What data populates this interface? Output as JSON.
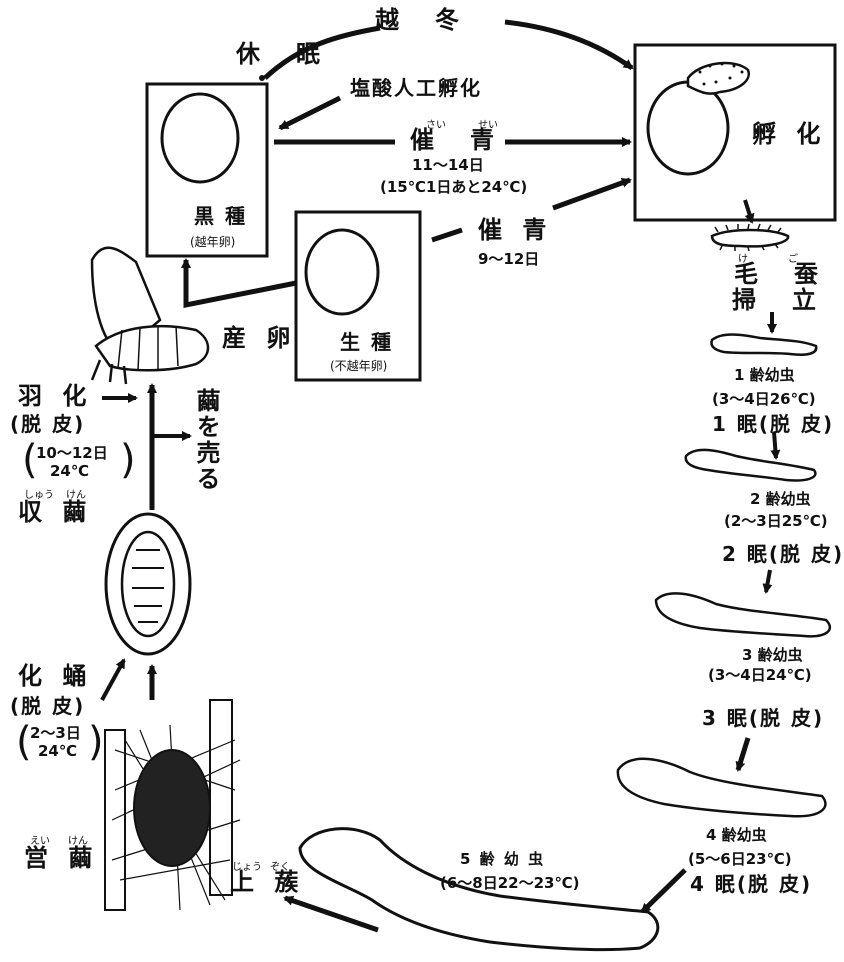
{
  "stages": {
    "overwinter": "越　冬",
    "diapause": "休　眠",
    "hcl_hatch": "塩酸人工孵化",
    "incubate_1": "催　青",
    "incubate_1_ruby_a": "さい",
    "incubate_1_ruby_b": "せい",
    "incubate_1_days": "11～14日",
    "incubate_1_temp": "(15℃1日あと24℃)",
    "incubate_2": "催 青",
    "incubate_2_days": "9～12日",
    "hatch": "孵 化",
    "black_egg": "黒 種",
    "black_egg_sub": "(越年卵)",
    "raw_egg": "生 種",
    "raw_egg_sub": "(不越年卵)",
    "lay_eggs": "産 卵",
    "kego": "毛　蚕",
    "kego_ruby_a": "け",
    "kego_ruby_b": "ご",
    "hakitate": "掃　立",
    "instar1": "1 齢幼虫",
    "instar1_period": "(3～4日26℃)",
    "molt1": "1 眠(脱 皮)",
    "instar2": "2 齢幼虫",
    "instar2_period": "(2～3日25℃)",
    "molt2": "2 眠(脱 皮)",
    "instar3": "3 齢幼虫",
    "instar3_period": "(3～4日24℃)",
    "molt3": "3 眠(脱 皮)",
    "instar4": "4 齢幼虫",
    "instar4_period": "(5～6日23℃)",
    "molt4": "4 眠(脱 皮)",
    "instar5": "5 齢 幼 虫",
    "instar5_period": "(6～8日22～23℃)",
    "mount": "上 蔟",
    "mount_ruby_a": "じょう",
    "mount_ruby_b": "ぞく",
    "spin": "営 繭",
    "spin_ruby_a": "えい",
    "spin_ruby_b": "けん",
    "pupate": "化 蛹",
    "pupate_sub": "(脱 皮)",
    "pupate_period_a": "2～3日",
    "pupate_period_b": "24℃",
    "harvest": "収 繭",
    "harvest_ruby_a": "しゅう",
    "harvest_ruby_b": "けん",
    "eclose": "羽 化",
    "eclose_sub": "(脱 皮)",
    "eclose_period_a": "10～12日",
    "eclose_period_b": "24℃",
    "sell": "繭を売る"
  }
}
